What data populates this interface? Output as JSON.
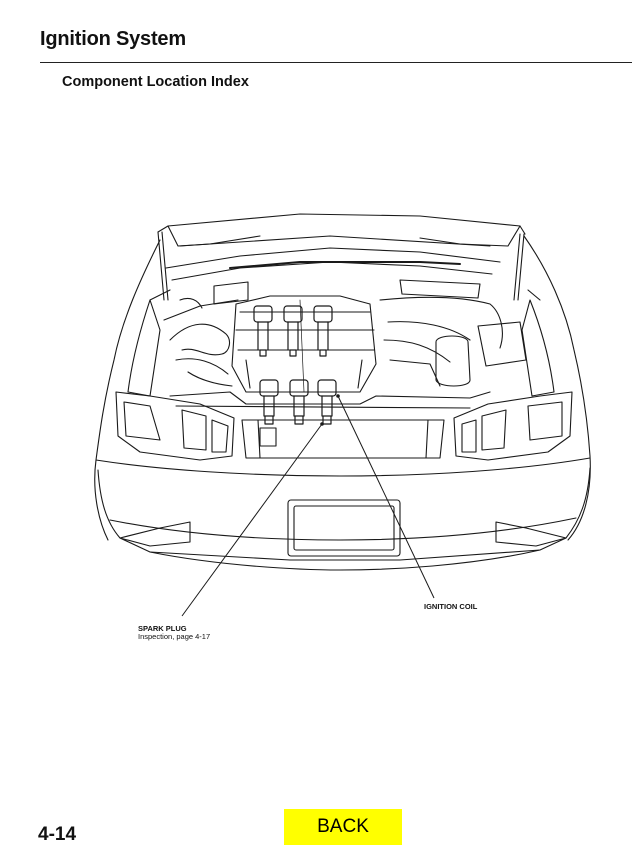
{
  "header": {
    "title": "Ignition System",
    "subtitle": "Component Location Index"
  },
  "callouts": {
    "spark_plug": {
      "label": "SPARK PLUG",
      "note": "Inspection, page 4-17"
    },
    "ignition_coil": {
      "label": "IGNITION COIL"
    }
  },
  "footer": {
    "page_number": "4-14",
    "back_label": "BACK"
  },
  "colors": {
    "back_button": "#ffff00",
    "ink": "#111111"
  }
}
